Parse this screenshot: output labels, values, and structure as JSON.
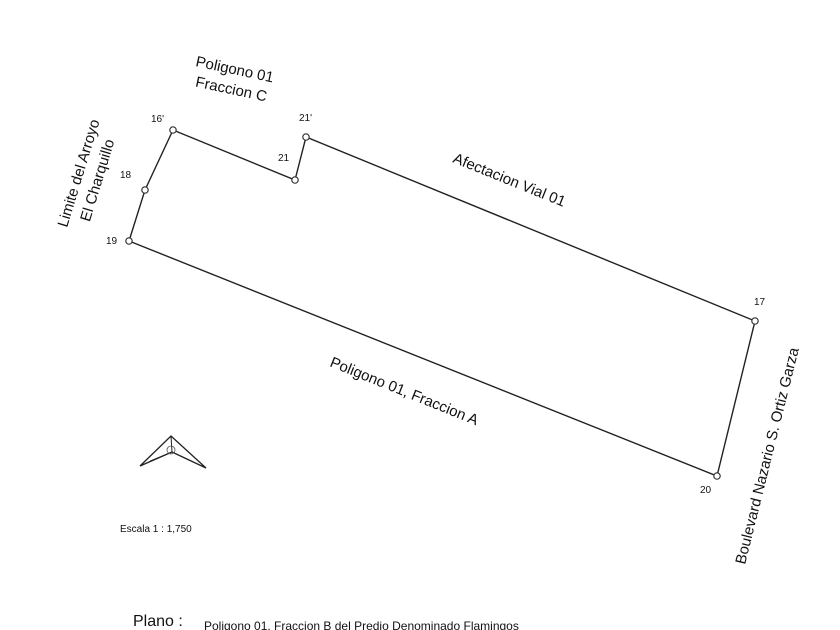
{
  "points": {
    "p16": "16'",
    "p18": "18",
    "p19": "19",
    "p21": "21",
    "p21b": "21'",
    "p17": "17",
    "p20": "20"
  },
  "labels": {
    "poligono_c_line1": "Poligono 01",
    "poligono_c_line2": "Fraccion C",
    "arroyo_line1": "Limite del Arroyo",
    "arroyo_line2": "El Charquillo",
    "afectacion": "Afectacion Vial 01",
    "poligono_a": "Poligono 01, Fraccion A",
    "boulevard": "Boulevard Nazario S. Ortiz Garza"
  },
  "scale": "Escala 1 : 1,750",
  "footer": {
    "prefix": "Plano :",
    "title": "Poligono 01, Fraccion B del Predio Denominado Flamingos"
  },
  "icons": {
    "north_arrow": "north-arrow-icon"
  }
}
